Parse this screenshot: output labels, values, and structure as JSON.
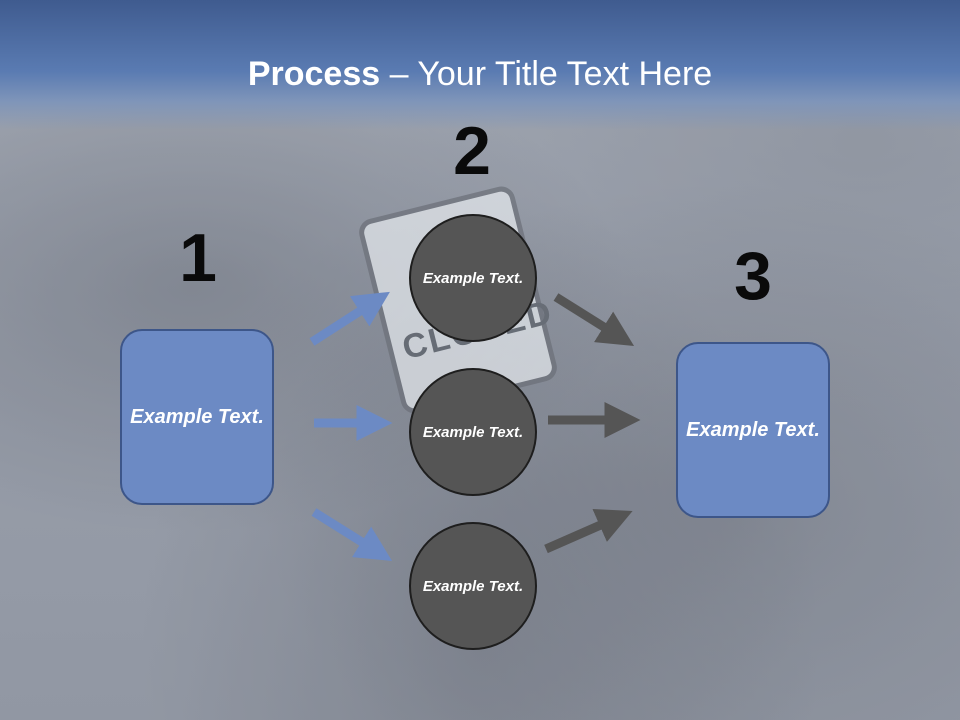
{
  "header": {
    "title_bold": "Process",
    "title_rest": " – Your Title Text Here"
  },
  "background": {
    "sign_text": "CLOSED"
  },
  "steps": {
    "step1": {
      "number": "1",
      "box_text": "Example Text."
    },
    "step2": {
      "number": "2",
      "circles": [
        {
          "text": "Example Text."
        },
        {
          "text": "Example Text."
        },
        {
          "text": "Example Text."
        }
      ]
    },
    "step3": {
      "number": "3",
      "box_text": "Example Text."
    }
  },
  "colors": {
    "box_fill": "#6c8ac4",
    "box_border": "#3d5689",
    "circle_fill": "#555555",
    "arrow_blue": "#6c8ac4",
    "arrow_gray": "#555555",
    "header_blue": "#4a6aa1"
  }
}
